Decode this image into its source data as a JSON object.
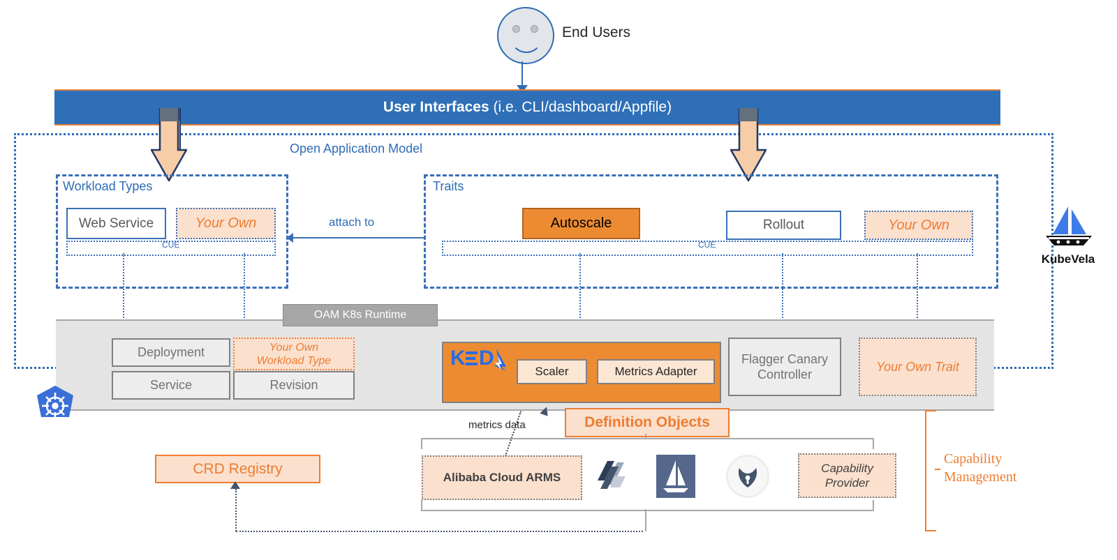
{
  "top": {
    "smiley_icon": "smiley-face-icon",
    "end_users_label": "End Users"
  },
  "ui_bar": {
    "title_bold": "User Interfaces",
    "title_rest": " (i.e. CLI/dashboard/Appfile)",
    "bar_color": "#2E6FB7",
    "border_color": "#E8833A"
  },
  "oam": {
    "region_label": "Open Application Model",
    "workload": {
      "title": "Workload Types",
      "items": [
        {
          "label": "Web Service",
          "style": "outlined"
        },
        {
          "label": "Your Own",
          "style": "custom"
        }
      ],
      "cue_label": "CUE"
    },
    "attach_label": "attach to",
    "traits": {
      "title": "Traits",
      "items": [
        {
          "label": "Autoscale",
          "style": "filled-orange"
        },
        {
          "label": "Rollout",
          "style": "outlined"
        },
        {
          "label": "Your Own",
          "style": "custom"
        }
      ],
      "cue_label": "CUE"
    }
  },
  "runtime": {
    "tab_label": "OAM K8s Runtime",
    "boxes": [
      {
        "label": "Deployment"
      },
      {
        "label": "Service"
      },
      {
        "label": "Revision"
      },
      {
        "label": "Flagger Canary Controller"
      }
    ],
    "own_workload_type": "Your Own\nWorkload Type",
    "own_workload_type_line1": "Your Own",
    "own_workload_type_line2": "Workload Type",
    "own_trait": "Your Own Trait",
    "keda": {
      "logo_text": "KEDA",
      "logo_icon": "keda-lightning-icon",
      "children": [
        {
          "label": "Scaler"
        },
        {
          "label": "Metrics Adapter"
        }
      ]
    },
    "k8s_logo_icon": "kubernetes-helm-wheel-icon"
  },
  "brand": {
    "kubevela_label": "KubeVela",
    "kubevela_icon": "sailboat-icon"
  },
  "bottom": {
    "definition_objects_label": "Definition Objects",
    "metrics_data_label": "metrics data",
    "arms_label": "Alibaba Cloud ARMS",
    "capability_provider_line1": "Capability",
    "capability_provider_line2": "Provider",
    "provider_logos": [
      {
        "name": "kubeless-icon"
      },
      {
        "name": "istio-sailboat-icon"
      },
      {
        "name": "vault-icon"
      }
    ],
    "crd_registry_label": "CRD Registry",
    "capability_management_line1": "Capability",
    "capability_management_line2": "Management"
  },
  "colors": {
    "accent_blue": "#2E6FB7",
    "accent_orange": "#ED7D31",
    "peach": "#FBE0CE",
    "gray_band": "#E4E4E4"
  }
}
